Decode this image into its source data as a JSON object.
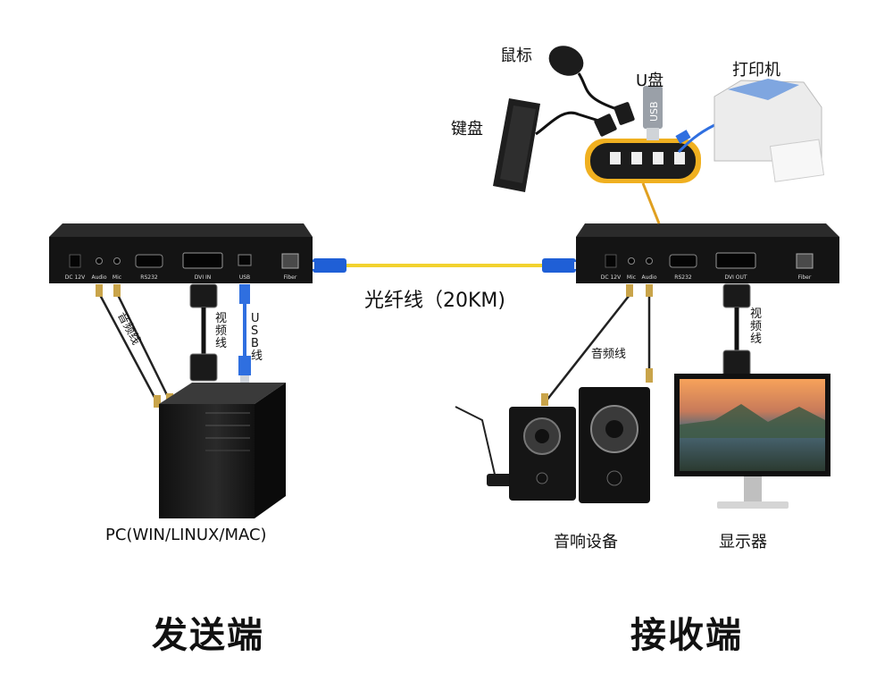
{
  "labels": {
    "mouse": "鼠标",
    "keyboard": "键盘",
    "usb_drive": "U盘",
    "usb_stick_text": "USB",
    "printer": "打印机",
    "fiber": "光纤线（20KM)",
    "audio_cable_left": "音频线",
    "video_cable_left": "视频线",
    "usb_cable": "USB线",
    "audio_cable_right": "音频线",
    "video_cable_right": "视频线",
    "pc": "PC(WIN/LINUX/MAC)",
    "speakers": "音响设备",
    "monitor": "显示器",
    "sender": "发送端",
    "receiver": "接收端"
  },
  "sender_ports": [
    "DC 12V",
    "Audio",
    "Mic",
    "RS232",
    "DVI IN",
    "USB",
    "Fiber"
  ],
  "receiver_ports": [
    "DC 12V",
    "Mic",
    "Audio",
    "RS232",
    "DVI OUT",
    "Fiber"
  ],
  "colors": {
    "fiber": "#f2d22e",
    "fiber_connector": "#1f5fd6",
    "usb_cable": "#2f6fe0",
    "hub": "#f0b020",
    "device_body": "#1a1a1a"
  }
}
